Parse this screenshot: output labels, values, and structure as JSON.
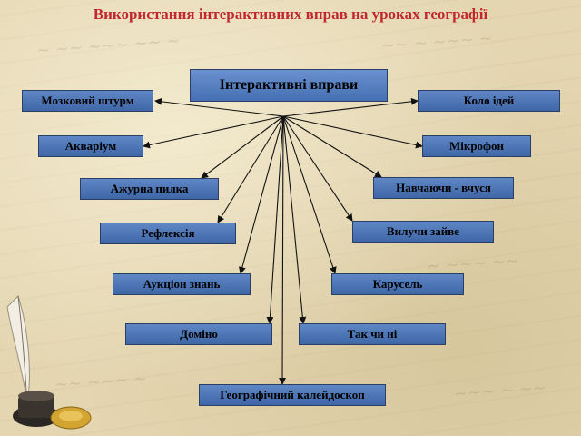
{
  "title": "Використання інтерактивних вправ на уроках географії",
  "center": "Інтерактивні вправи",
  "nodes": [
    {
      "id": "brainstorm",
      "label": "Мозковий штурм"
    },
    {
      "id": "circle",
      "label": "Коло ідей"
    },
    {
      "id": "aquarium",
      "label": "Акваріум"
    },
    {
      "id": "microphone",
      "label": "Мікрофон"
    },
    {
      "id": "lace-saw",
      "label": "Ажурна пилка"
    },
    {
      "id": "learn-teach",
      "label": "Навчаючи - вчуся"
    },
    {
      "id": "reflection",
      "label": "Рефлексія"
    },
    {
      "id": "odd-one-out",
      "label": "Вилучи зайве"
    },
    {
      "id": "auction",
      "label": "Аукціон знань"
    },
    {
      "id": "carousel",
      "label": "Карусель"
    },
    {
      "id": "domino",
      "label": "Доміно"
    },
    {
      "id": "yes-no",
      "label": "Так чи ні"
    },
    {
      "id": "kaleidoscope",
      "label": "Географічний  калейдоскоп"
    }
  ],
  "colors": {
    "title": "#c0282e",
    "box_fill": "#4f78b8",
    "box_border": "#2b3f66",
    "arrow": "#111111"
  }
}
